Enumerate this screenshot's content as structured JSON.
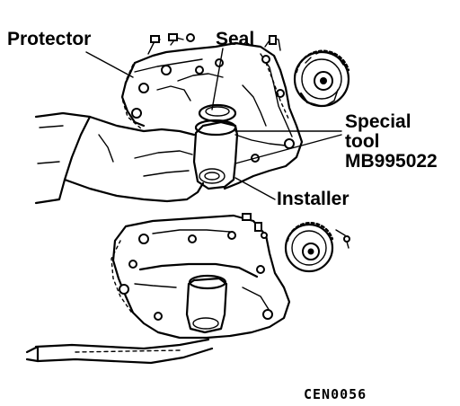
{
  "labels": {
    "protector": "Protector",
    "seal": "Seal",
    "special_tool_line1": "Special",
    "special_tool_line2": "tool",
    "special_tool_line3": "MB995022",
    "installer": "Installer",
    "figure_code": "CEN0056"
  }
}
